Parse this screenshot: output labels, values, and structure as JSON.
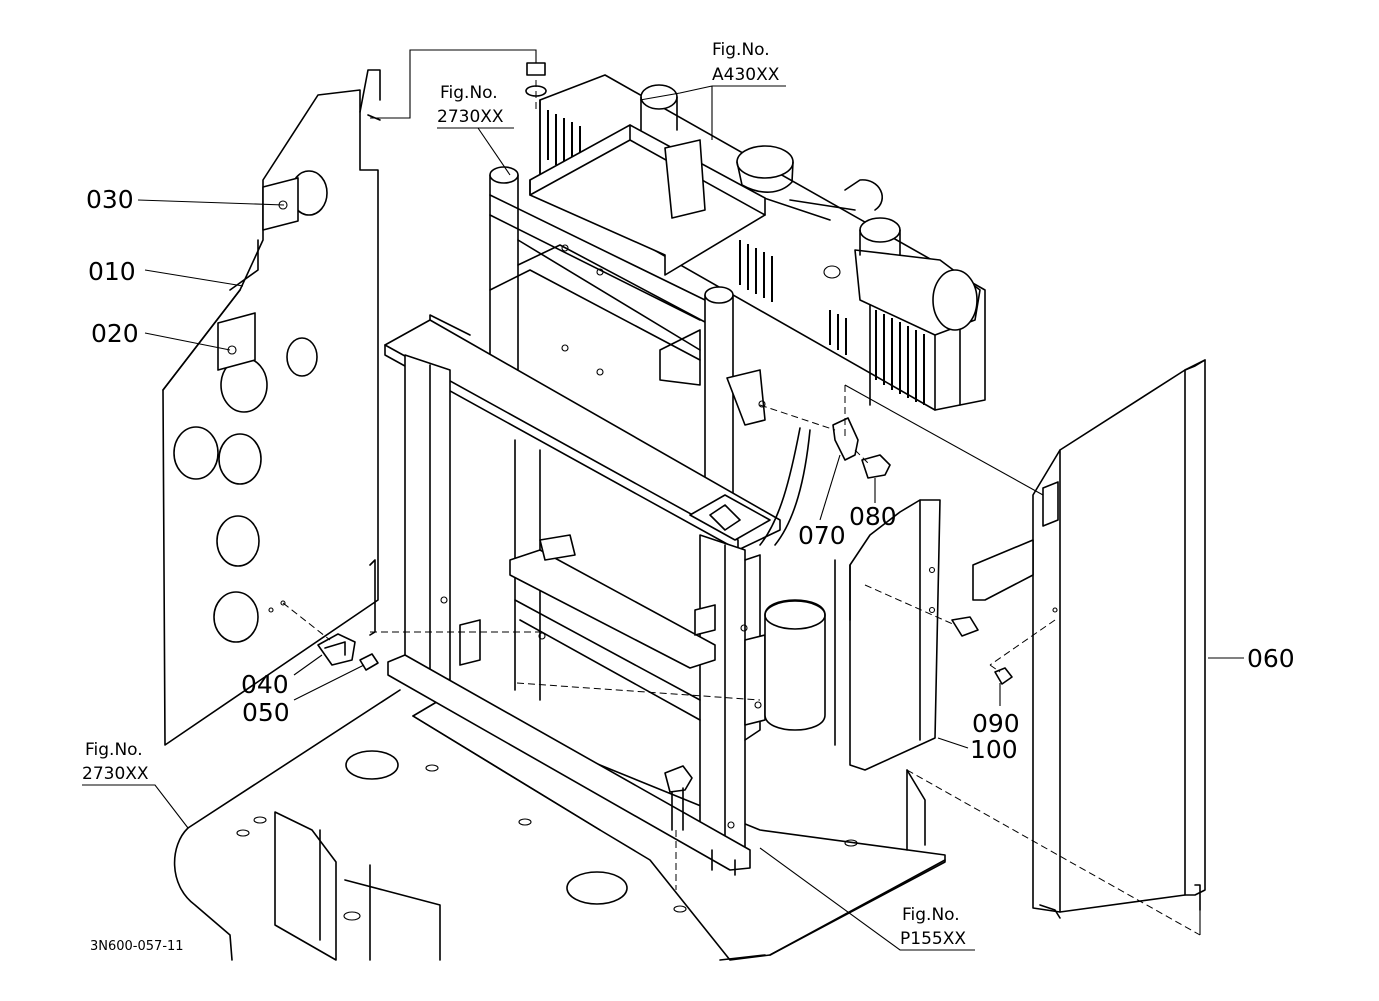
{
  "part_labels": {
    "p030": "030",
    "p010": "010",
    "p020": "020",
    "p040": "040",
    "p050": "050",
    "p060": "060",
    "p070": "070",
    "p080": "080",
    "p090": "090",
    "p100": "100"
  },
  "fig_refs": {
    "top_left": {
      "title": "Fig.No.",
      "code": "2730XX"
    },
    "top_center": {
      "title": "Fig.No.",
      "code": "A430XX"
    },
    "bottom_left": {
      "title": "Fig.No.",
      "code": "2730XX"
    },
    "bottom_right": {
      "title": "Fig.No.",
      "code": "P155XX"
    }
  },
  "drawing_code": "3N600-057-11"
}
